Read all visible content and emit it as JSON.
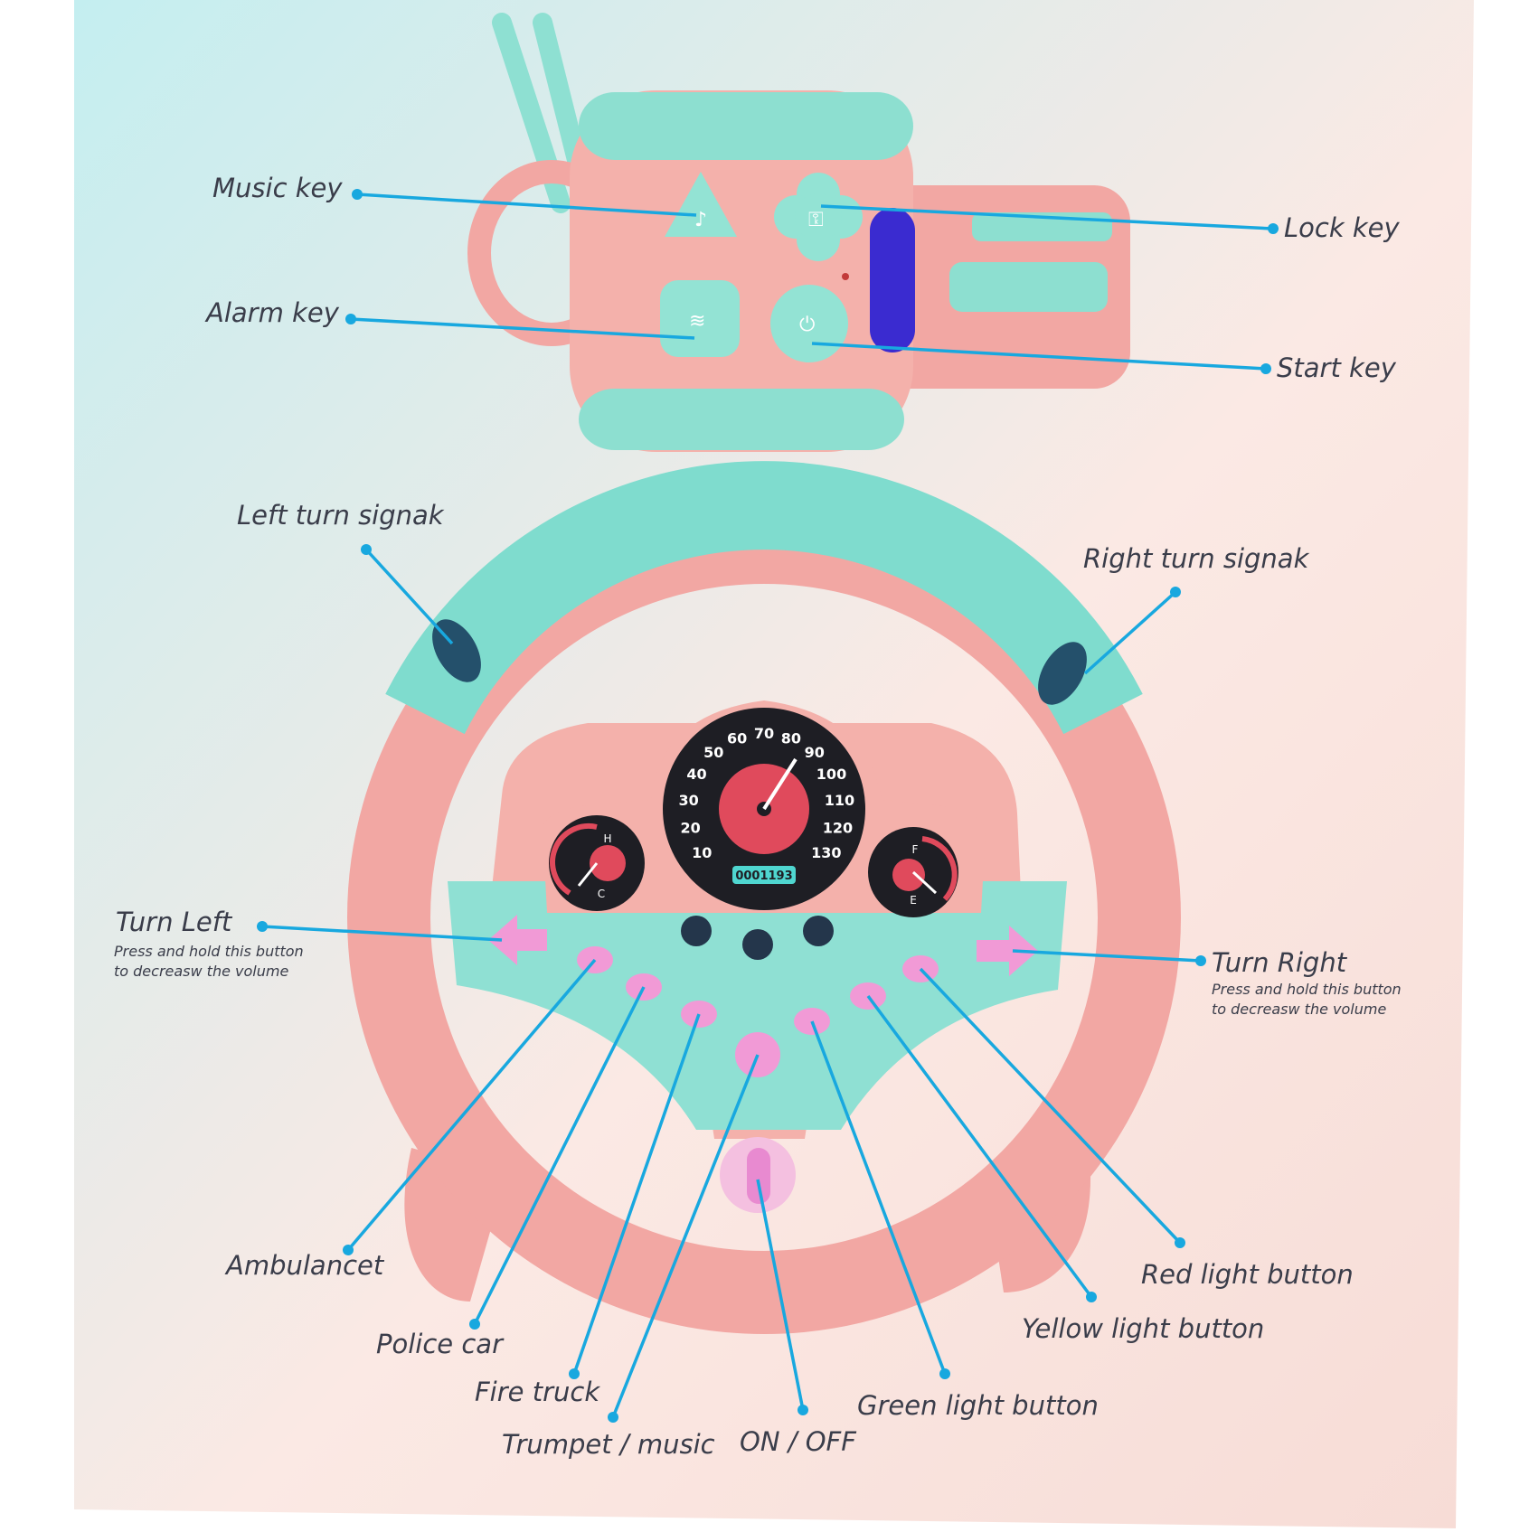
{
  "colors": {
    "mint": "#7fdcce",
    "pink": "#f2a7a3",
    "pink_light": "#f7c3bd",
    "callout": "#18a8df",
    "label": "#3a3d4a",
    "gauge_face": "#1e1e24",
    "gauge_center": "#e04a5c",
    "indicator_blue": "#3a2bd0",
    "turn_arrow": "#f19ad6"
  },
  "key_fob": {
    "labels": {
      "music": "Music key",
      "lock": "Lock key",
      "alarm": "Alarm key",
      "start": "Start key"
    },
    "icons": [
      "triangle-music-icon",
      "flower-lock-icon",
      "alarm-icon",
      "start-icon"
    ]
  },
  "wheel": {
    "labels": {
      "left_signal": "Left turn signak",
      "right_signal": "Right turn signak",
      "turn_left": "Turn Left",
      "turn_left_note_1": "Press and hold this button",
      "turn_left_note_2": "to decreasw the volume",
      "turn_right": "Turn Right",
      "turn_right_note_1": "Press and hold this button",
      "turn_right_note_2": "to decreasw the volume",
      "ambulance": "Ambulancet",
      "police": "Police car",
      "fire": "Fire truck",
      "trumpet": "Trumpet / music",
      "onoff": "ON / OFF",
      "green": "Green light button",
      "yellow": "Yellow light button",
      "red": "Red light button"
    },
    "speedometer": {
      "ticks": [
        "10",
        "20",
        "30",
        "40",
        "50",
        "60",
        "70",
        "80",
        "90",
        "100",
        "110",
        "120",
        "130"
      ],
      "odometer": "0001193"
    },
    "temp_gauge": {
      "top": "H",
      "bottom": "C"
    },
    "fuel_gauge": {
      "top": "F",
      "bottom": "E"
    }
  }
}
